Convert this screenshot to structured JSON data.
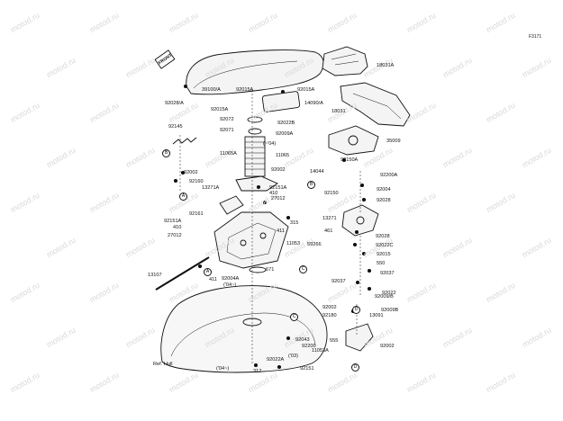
{
  "figure_id": "F3171",
  "watermark": "motod.ru",
  "front_marker": "FRONT",
  "ref_label": "Ref. Hull",
  "callout_letters": [
    "A",
    "B",
    "C",
    "D"
  ],
  "part_labels": [
    "39100/A",
    "92028/A",
    "92015A",
    "92015A",
    "14090/A",
    "92015A",
    "92072",
    "92022B",
    "92071",
    "92009A",
    "(~'04)",
    "11065A",
    "11065",
    "92002",
    "92145",
    "92002",
    "92160",
    "13271A",
    "92151A",
    "410",
    "27012",
    "92161",
    "315",
    "411",
    "92151A",
    "410",
    "27012",
    "11053",
    "671",
    "13107",
    "411",
    "92004A",
    "('04~)",
    "92022A",
    "('04~)",
    "317",
    "92043",
    "92200",
    "('03)",
    "92151",
    "555",
    "11053A",
    "18031A",
    "18031",
    "35009",
    "14044",
    "92150A",
    "92200A",
    "92150",
    "92004",
    "92028",
    "13271",
    "461",
    "92028",
    "59266",
    "92022C",
    "92015",
    "550",
    "92037",
    "92037",
    "92022",
    "92009/B",
    "92002",
    "13091",
    "92009B",
    "92180",
    "92002"
  ]
}
